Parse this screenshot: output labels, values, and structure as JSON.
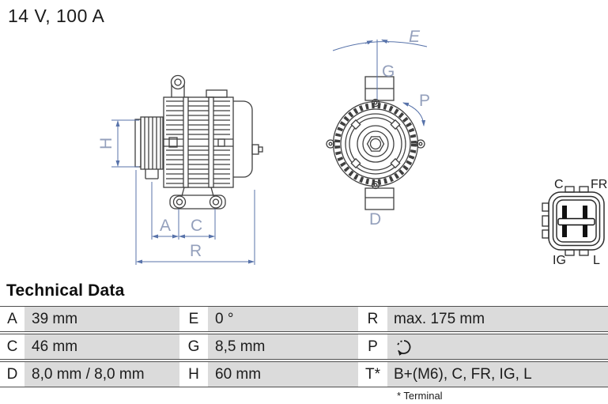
{
  "title": "14 V, 100 A",
  "drawing": {
    "side_view": {
      "dim_h": "H",
      "dim_a": "A",
      "dim_c": "C",
      "dim_r": "R"
    },
    "front_view": {
      "dim_e": "E",
      "dim_g": "G",
      "dim_p": "P",
      "dim_d": "D"
    },
    "connector": {
      "pin_top_left": "C",
      "pin_top_right": "FR",
      "pin_bottom_left": "IG",
      "pin_bottom_right": "L"
    }
  },
  "table": {
    "heading": "Technical Data",
    "rows": [
      {
        "cells": [
          {
            "key": "A",
            "value": "39 mm"
          },
          {
            "key": "E",
            "value": "0 °"
          },
          {
            "key": "R",
            "value": "max. 175 mm"
          }
        ]
      },
      {
        "cells": [
          {
            "key": "C",
            "value": "46 mm"
          },
          {
            "key": "G",
            "value": "8,5 mm"
          },
          {
            "key": "P",
            "value": "",
            "icon": "rotation-direction-icon"
          }
        ]
      },
      {
        "cells": [
          {
            "key": "D",
            "value": "8,0 mm / 8,0 mm"
          },
          {
            "key": "H",
            "value": "60 mm"
          },
          {
            "key": "T*",
            "value": "B+(M6), C, FR, IG, L"
          }
        ]
      }
    ],
    "footnote": "* Terminal"
  },
  "colors": {
    "drawing_line": "#3f3f3f",
    "dimension_line": "#5873aa",
    "dimension_label": "#94a0bc",
    "table_cell_gray": "#dbdbdb",
    "table_border": "#4f4f4f",
    "text": "#1c1c1c"
  }
}
